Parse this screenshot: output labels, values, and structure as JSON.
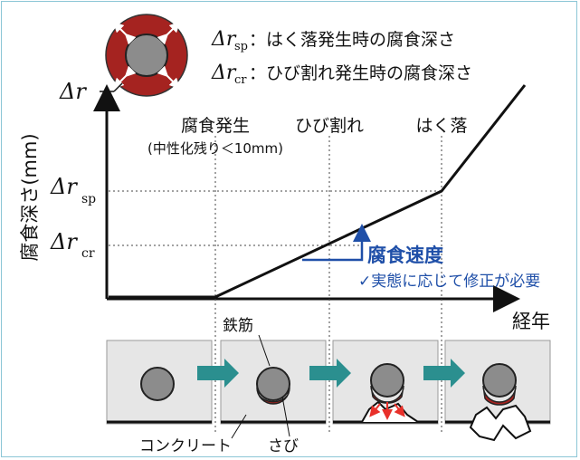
{
  "legend": {
    "sp_symbol": "Δr",
    "sp_sub": "sp",
    "sp_desc": "：はく落発生時の腐食深さ",
    "cr_symbol": "Δr",
    "cr_sub": "cr",
    "cr_desc": "：ひび割れ発生時の腐食深さ"
  },
  "delta_r_label": "Δr",
  "y_axis": {
    "label": "腐食深さ(mm)",
    "tick_sp_symbol": "Δr",
    "tick_sp_sub": "sp",
    "tick_cr_symbol": "Δr",
    "tick_cr_sub": "cr"
  },
  "x_axis": {
    "label": "経年"
  },
  "stages": {
    "initiation": "腐食発生",
    "initiation_note": "(中性化残り＜10mm)",
    "cracking": "ひび割れ",
    "spalling": "はく落"
  },
  "rate": {
    "label": "腐食速度",
    "note": "✓実態に応じて修正が必要"
  },
  "bottom": {
    "rebar_label": "鉄筋",
    "concrete_label": "コンクリート",
    "rust_label": "さび"
  },
  "colors": {
    "rust": "#a52320",
    "rebar": "#8c8c8c",
    "concrete": "#e6e6e6",
    "arrow_teal": "#2b8f8f",
    "blue": "#1f4fa8",
    "frame": "#8cc6d6"
  }
}
